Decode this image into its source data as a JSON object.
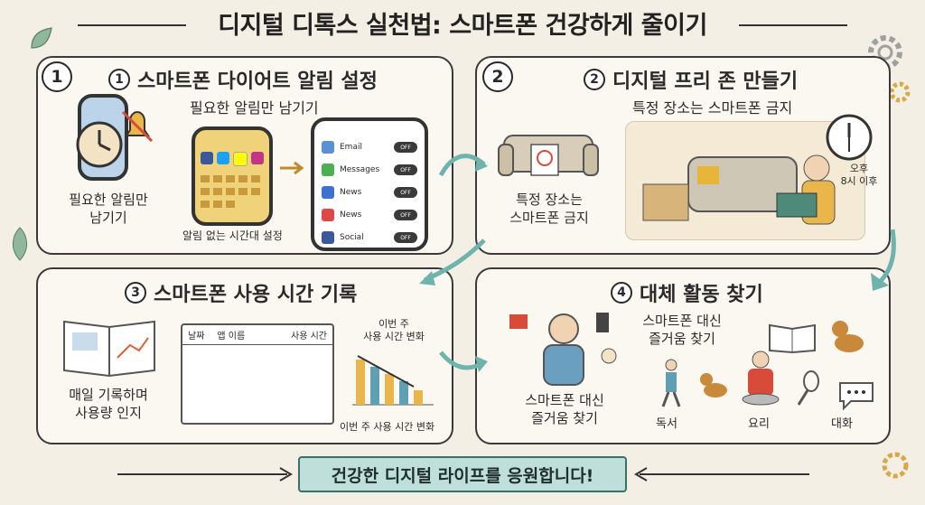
{
  "title": "디지털 디톡스 실천법: 스마트폰 건강하게 줄이기",
  "panels": {
    "p1": {
      "badge": "1",
      "num": "1",
      "title": "스마트폰 다이어트 알림 설정",
      "subtitle": "필요한 알림만 남기기",
      "caption_left": "필요한 알림만\n남기기",
      "caption_mid": "알림 없는 시간대 설정",
      "settings": [
        {
          "label": "Email",
          "toggle": "OFF",
          "color": "#5b8fd6"
        },
        {
          "label": "Messages",
          "toggle": "OFF",
          "color": "#4caf50"
        },
        {
          "label": "News",
          "toggle": "OFF",
          "color": "#3f6fd1"
        },
        {
          "label": "News",
          "toggle": "OFF",
          "color": "#e04848"
        },
        {
          "label": "Social",
          "toggle": "OFF",
          "color": "#3b5998"
        }
      ]
    },
    "p2": {
      "badge": "2",
      "num": "2",
      "title": "디지털 프리 존 만들기",
      "subtitle": "특정 장소는 스마트폰 금지",
      "caption_left": "특정 장소는\n스마트폰 금지",
      "clock_note": "오후\n8시 이후"
    },
    "p3": {
      "num": "3",
      "title": "스마트폰 사용 시간 기록",
      "caption_left": "매일 기록하며\n사용량 인지",
      "table_headers": [
        "날짜",
        "앱 이름",
        "사용 시간"
      ],
      "chart_title": "이번 주\n사용 시간 변화",
      "chart_caption": "이번 주 사용 시간 변화"
    },
    "p4": {
      "num": "4",
      "title": "대체 활동 찾기",
      "caption_center": "스마트폰 대신\n즐거움 찾기",
      "caption_right": "스마트폰 대신\n즐거움 찾기",
      "items": [
        "독서",
        "요리",
        "대화"
      ]
    }
  },
  "banner": "건강한 디지털 라이프를 응원합니다!",
  "colors": {
    "accent": "#6fb3ad",
    "banner_bg": "#bfe0da",
    "paper": "#fbf8f1"
  }
}
